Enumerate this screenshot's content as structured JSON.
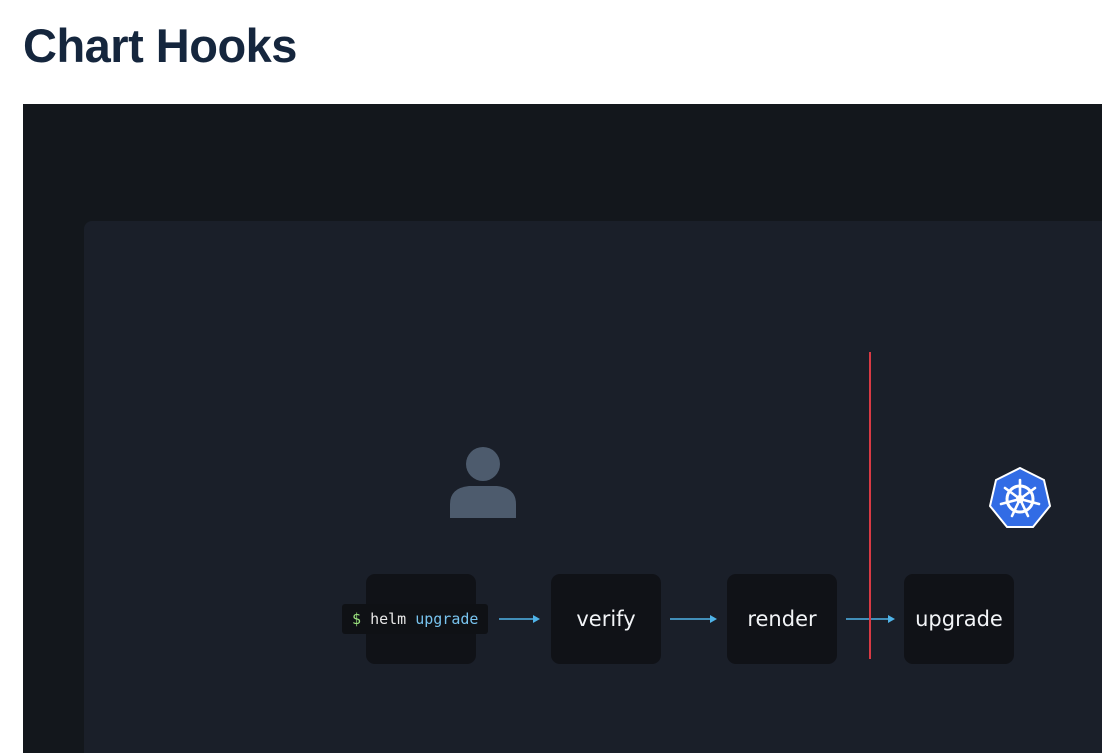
{
  "page": {
    "title": "Chart Hooks"
  },
  "diagram": {
    "command": {
      "prompt": "$",
      "program": "helm",
      "subcommand": "upgrade"
    },
    "steps": [
      {
        "label": "verify"
      },
      {
        "label": "render"
      },
      {
        "label": "upgrade"
      }
    ],
    "icons": {
      "user": "user-icon",
      "cluster": "kubernetes-icon"
    },
    "colors": {
      "frame_background": "#13171c",
      "stage_background": "#1a1f29",
      "step_background": "#101217",
      "arrow": "#4fb3e8",
      "divider": "#d83a44",
      "prompt": "#9be27e",
      "subcommand": "#78c3ee",
      "kubernetes_blue": "#326ce5"
    }
  }
}
